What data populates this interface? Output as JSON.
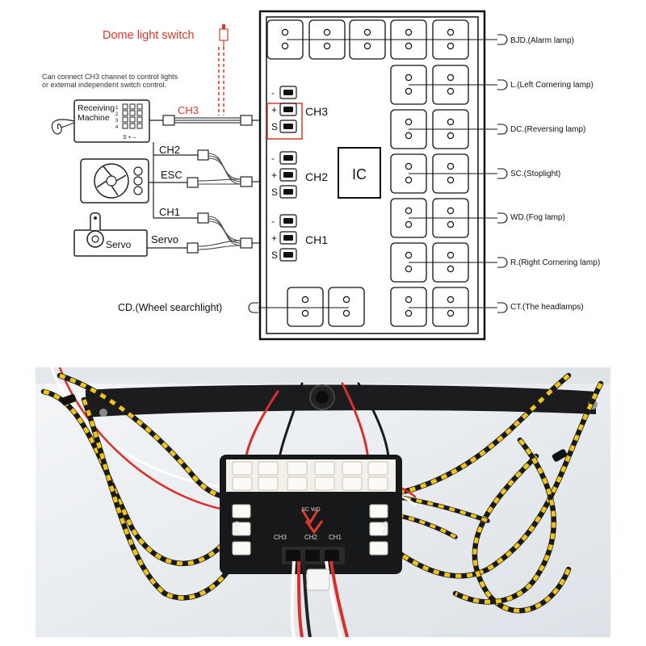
{
  "diagram": {
    "dome_label": "Dome light switch",
    "note_line1": "Can connect CH3 channel to control lights",
    "note_line2": "or external independent switch control.",
    "receiver_label1": "Receiving",
    "receiver_label2": "Machine",
    "receiver_pins": [
      "1",
      "2",
      "3",
      "4"
    ],
    "receiver_polarity": "S + –",
    "ch3_wire": "CH3",
    "ch2_wire": "CH2",
    "esc_label": "ESC",
    "ch1_wire": "CH1",
    "servo_label": "Servo",
    "servo_body_label": "Servo",
    "ic_label": "IC",
    "pin_minus": "-",
    "pin_plus": "+",
    "pin_signal": "S",
    "channels": [
      "CH3",
      "CH2",
      "CH1"
    ],
    "lamps": [
      "BJD.(Alarm lamp)",
      "L.(Left Cornering lamp)",
      "DC.(Reversing lamp)",
      "SC.(Stoplight)",
      "WD.(Fog lamp)",
      "R.(Right Cornering lamp)",
      "CT.(The headlamps)"
    ],
    "searchlight": "CD.(Wheel searchlight)"
  },
  "photo": {
    "board_label": "SC WD",
    "channels": [
      "CH3",
      "CH2",
      "CH1"
    ],
    "side_left": [
      "C",
      "D"
    ],
    "side_right": [
      "C",
      "D"
    ]
  },
  "colors": {
    "accent_red": "#d93a2b",
    "line": "#111111",
    "photo_bg": "#e9edf2",
    "wire_yellow": "#f0c419"
  }
}
